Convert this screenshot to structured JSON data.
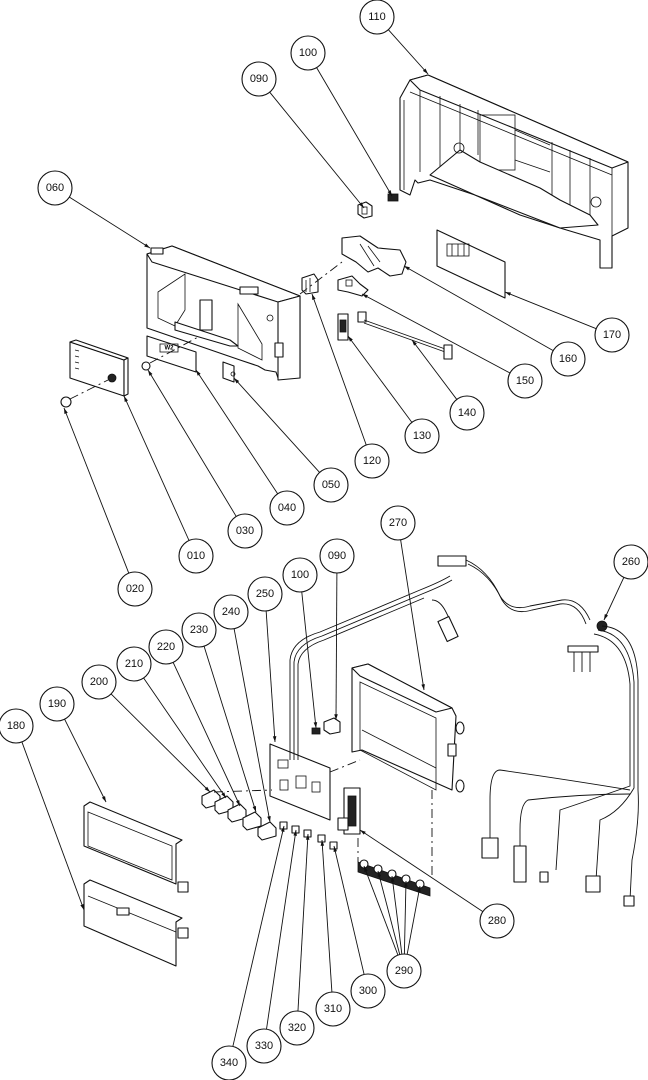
{
  "diagram": {
    "title": "Exploded parts view – control box assembly",
    "part_label_text": "W2",
    "callouts": [
      {
        "id": "110",
        "label": "110"
      },
      {
        "id": "100a",
        "label": "100"
      },
      {
        "id": "090a",
        "label": "090"
      },
      {
        "id": "060",
        "label": "060"
      },
      {
        "id": "170",
        "label": "170"
      },
      {
        "id": "160",
        "label": "160"
      },
      {
        "id": "150",
        "label": "150"
      },
      {
        "id": "140",
        "label": "140"
      },
      {
        "id": "130",
        "label": "130"
      },
      {
        "id": "120",
        "label": "120"
      },
      {
        "id": "050",
        "label": "050"
      },
      {
        "id": "040",
        "label": "040"
      },
      {
        "id": "030",
        "label": "030"
      },
      {
        "id": "010",
        "label": "010"
      },
      {
        "id": "020",
        "label": "020"
      },
      {
        "id": "270",
        "label": "270"
      },
      {
        "id": "090b",
        "label": "090"
      },
      {
        "id": "100b",
        "label": "100"
      },
      {
        "id": "250",
        "label": "250"
      },
      {
        "id": "240",
        "label": "240"
      },
      {
        "id": "230",
        "label": "230"
      },
      {
        "id": "220",
        "label": "220"
      },
      {
        "id": "210",
        "label": "210"
      },
      {
        "id": "200",
        "label": "200"
      },
      {
        "id": "190",
        "label": "190"
      },
      {
        "id": "180",
        "label": "180"
      },
      {
        "id": "260",
        "label": "260"
      },
      {
        "id": "280",
        "label": "280"
      },
      {
        "id": "290",
        "label": "290"
      },
      {
        "id": "300",
        "label": "300"
      },
      {
        "id": "310",
        "label": "310"
      },
      {
        "id": "320",
        "label": "320"
      },
      {
        "id": "330",
        "label": "330"
      },
      {
        "id": "340",
        "label": "340"
      }
    ]
  }
}
